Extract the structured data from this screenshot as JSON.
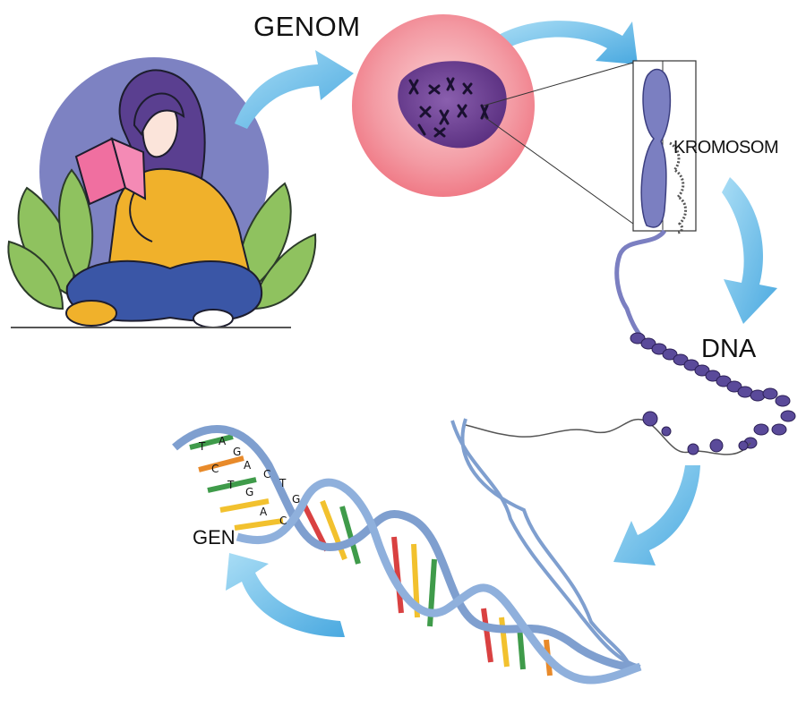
{
  "labels": {
    "genom": "GENOM",
    "kromosom": "KROMOSOM",
    "dna": "DNA",
    "gen": "GEN"
  },
  "bases": [
    "T",
    "A",
    "G",
    "C",
    "A",
    "T",
    "G",
    "C",
    "T",
    "G",
    "A",
    "C"
  ],
  "colors": {
    "arrow": "#5ab6e6",
    "cell": "#f28c96",
    "nucleus": "#6a3e8e",
    "chromosome": "#7b7fc1",
    "dna_strand": "#7f9fcf",
    "nucleosome": "#5a4a9a",
    "base_red": "#d94141",
    "base_yellow": "#f2c12e",
    "base_green": "#3f9b4a",
    "base_orange": "#e88a2a",
    "girl_background": "#7d82c2",
    "jacket": "#f0b12b",
    "pants": "#3a56a6",
    "hair": "#5a3f90",
    "leaf": "#8fc25f",
    "book": "#f06fa0"
  }
}
